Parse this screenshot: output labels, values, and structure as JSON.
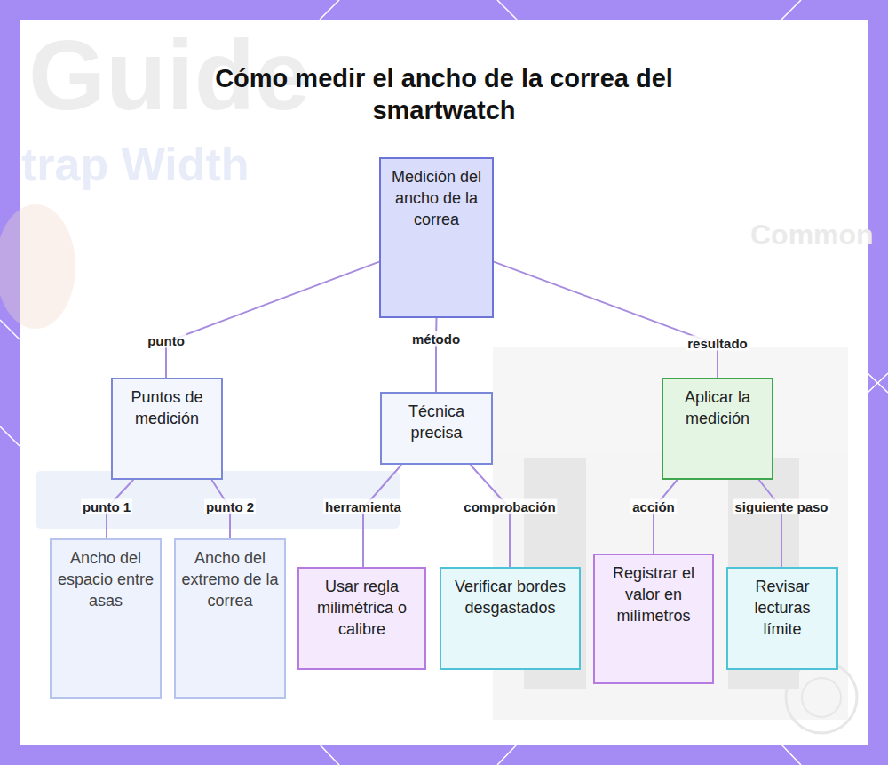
{
  "diagram": {
    "title": "Cómo medir el ancho de la correa del smartwatch",
    "nodes": [
      {
        "text": [
          "Medición del ancho de la correa"
        ]
      },
      {
        "text": [
          "Puntos de medición"
        ]
      },
      {
        "text": [
          "Técnica precisa"
        ]
      },
      {
        "text": [
          "Aplicar la medición"
        ]
      },
      {
        "text": [
          "Ancho del espacio entre asas"
        ]
      },
      {
        "text": [
          "Ancho del extremo de la correa"
        ]
      },
      {
        "text": [
          "Usar regla milimétrica o calibre"
        ]
      },
      {
        "text": [
          "Verificar bordes desgastados"
        ]
      },
      {
        "text": [
          "Registrar el valor en milímetros"
        ]
      },
      {
        "text": [
          "Revisar lecturas límite"
        ]
      }
    ],
    "edges": [
      {
        "from": 0,
        "to": 1,
        "label": "punto",
        "arrow": "none"
      },
      {
        "from": 0,
        "to": 2,
        "label": "método",
        "arrow": "none"
      },
      {
        "from": 0,
        "to": 3,
        "label": "resultado",
        "arrow": "none"
      },
      {
        "from": 1,
        "to": 4,
        "label": "punto 1",
        "arrow": "none"
      },
      {
        "from": 1,
        "to": 5,
        "label": "punto 2",
        "arrow": "none"
      },
      {
        "from": 2,
        "to": 6,
        "label": "herramienta",
        "arrow": "none"
      },
      {
        "from": 2,
        "to": 7,
        "label": "comprobación",
        "arrow": "none"
      },
      {
        "from": 3,
        "to": 8,
        "label": "acción",
        "arrow": "none"
      },
      {
        "from": 3,
        "to": 9,
        "label": "siguiente paso",
        "arrow": "none"
      }
    ],
    "labels": [
      "Guide",
      "trap Width",
      "Common"
    ]
  }
}
